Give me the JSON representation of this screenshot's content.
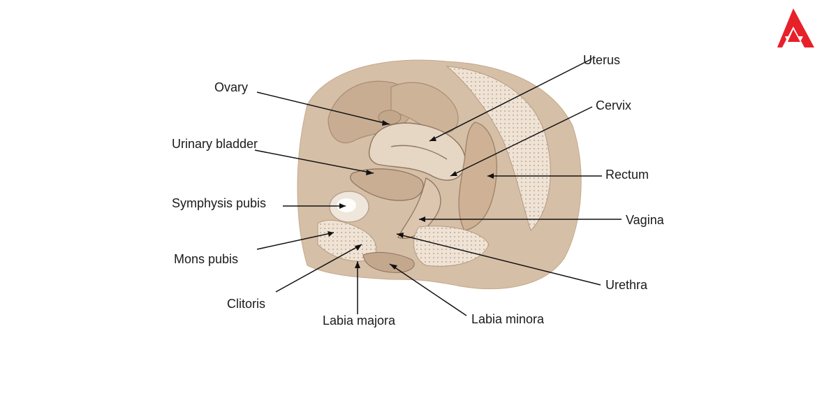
{
  "colors": {
    "background": "#ffffff",
    "tissue": "#d8c3ae",
    "tissue_dark": "#b49a80",
    "tissue_light": "#efe3d6",
    "line": "#111111",
    "logo": "#e8202a"
  },
  "logo": {
    "icon": "brand-logo-icon"
  },
  "labels": {
    "ovary": "Ovary",
    "urinary_bladder": "Urinary bladder",
    "symphysis_pubis": "Symphysis pubis",
    "mons_pubis": "Mons pubis",
    "clitoris": "Clitoris",
    "labia_majora": "Labia majora",
    "labia_minora": "Labia minora",
    "urethra": "Urethra",
    "vagina": "Vagina",
    "rectum": "Rectum",
    "cervix": "Cervix",
    "uterus": "Uterus"
  }
}
